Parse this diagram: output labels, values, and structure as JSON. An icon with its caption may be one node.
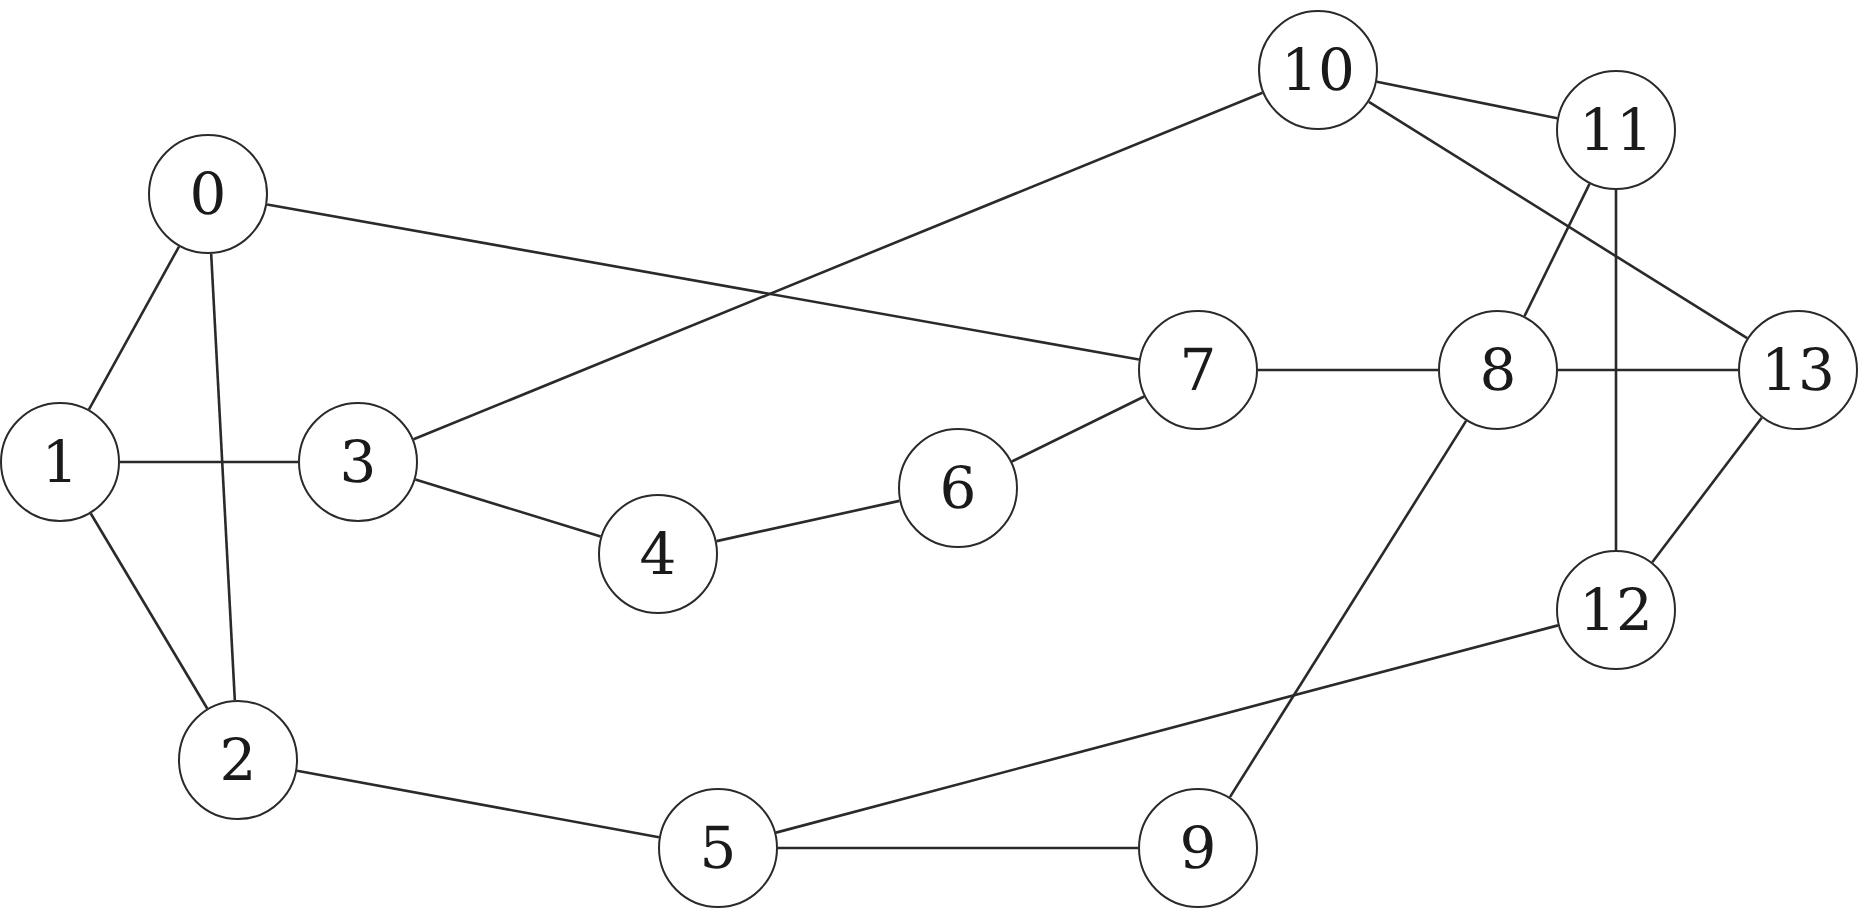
{
  "diagram": {
    "nodes": [
      {
        "text": [
          "0"
        ]
      },
      {
        "text": [
          "1"
        ]
      },
      {
        "text": [
          "2"
        ]
      },
      {
        "text": [
          "3"
        ]
      },
      {
        "text": [
          "4"
        ]
      },
      {
        "text": [
          "5"
        ]
      },
      {
        "text": [
          "6"
        ]
      },
      {
        "text": [
          "7"
        ]
      },
      {
        "text": [
          "8"
        ]
      },
      {
        "text": [
          "9"
        ]
      },
      {
        "text": [
          "10"
        ]
      },
      {
        "text": [
          "11"
        ]
      },
      {
        "text": [
          "12"
        ]
      },
      {
        "text": [
          "13"
        ]
      }
    ],
    "edges": [
      {
        "from": 0,
        "to": 1,
        "arrow": "none"
      },
      {
        "from": 0,
        "to": 2,
        "arrow": "none"
      },
      {
        "from": 0,
        "to": 7,
        "arrow": "none"
      },
      {
        "from": 1,
        "to": 3,
        "arrow": "none"
      },
      {
        "from": 1,
        "to": 2,
        "arrow": "none"
      },
      {
        "from": 2,
        "to": 5,
        "arrow": "none"
      },
      {
        "from": 3,
        "to": 10,
        "arrow": "none"
      },
      {
        "from": 3,
        "to": 4,
        "arrow": "none"
      },
      {
        "from": 4,
        "to": 6,
        "arrow": "none"
      },
      {
        "from": 6,
        "to": 7,
        "arrow": "none"
      },
      {
        "from": 7,
        "to": 8,
        "arrow": "none"
      },
      {
        "from": 8,
        "to": 13,
        "arrow": "none"
      },
      {
        "from": 8,
        "to": 11,
        "arrow": "none"
      },
      {
        "from": 8,
        "to": 9,
        "arrow": "none"
      },
      {
        "from": 5,
        "to": 9,
        "arrow": "none"
      },
      {
        "from": 5,
        "to": 12,
        "arrow": "none"
      },
      {
        "from": 10,
        "to": 11,
        "arrow": "none"
      },
      {
        "from": 10,
        "to": 13,
        "arrow": "none"
      },
      {
        "from": 11,
        "to": 12,
        "arrow": "none"
      },
      {
        "from": 12,
        "to": 13,
        "arrow": "none"
      }
    ]
  }
}
